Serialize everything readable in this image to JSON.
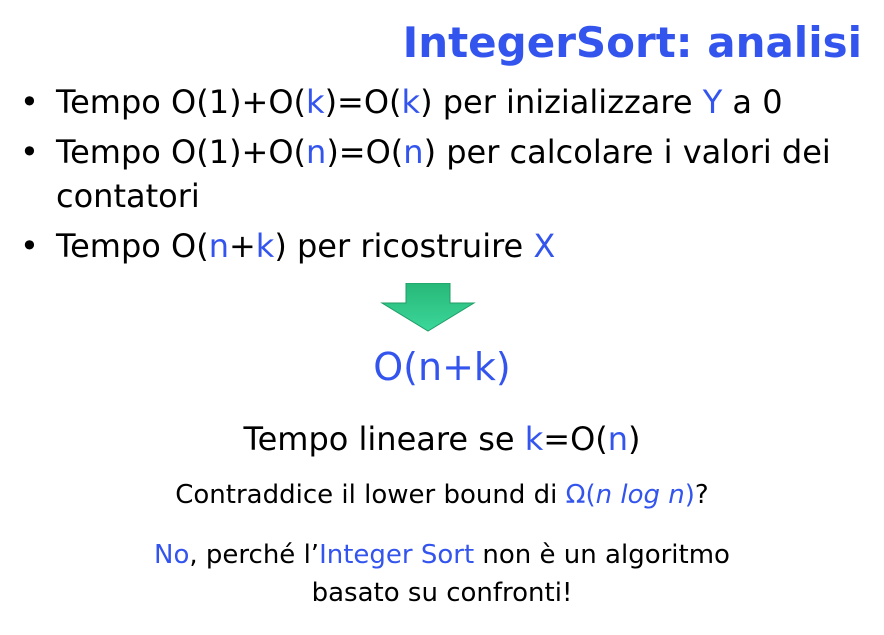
{
  "title": "IntegerSort: analisi",
  "bullets": [
    {
      "parts": {
        "a": "Tempo O(1)+O(",
        "b": "k",
        "c": ")=O(",
        "d": "k",
        "e": ") per inizializzare ",
        "f": "Y",
        "g": " a 0"
      }
    },
    {
      "parts": {
        "a": "Tempo O(1)+O(",
        "b": "n",
        "c": ")=O(",
        "d": "n",
        "e": ") per calcolare i valori dei contatori"
      }
    },
    {
      "parts": {
        "a": "Tempo O(",
        "b": "n",
        "c": "+",
        "d": "k",
        "e": ") per ricostruire ",
        "f": "X"
      }
    }
  ],
  "bullet_symbol": "•",
  "arrow_color": "#2fc88a",
  "result": "O(n+k)",
  "linear": {
    "a": "Tempo lineare se ",
    "b": "k",
    "c": "=O(",
    "d": "n",
    "e": ")"
  },
  "contradiction": {
    "a": "Contraddice il lower bound di ",
    "omega": "Ω",
    "b": "(",
    "n1": "n",
    "log": " log ",
    "n2": "n",
    "c": ")",
    "q": "?"
  },
  "answer": {
    "no": "No",
    "a": ", perché l’",
    "integer_sort": "Integer Sort",
    "b": " non è un algoritmo",
    "line2": "basato su confronti!"
  }
}
